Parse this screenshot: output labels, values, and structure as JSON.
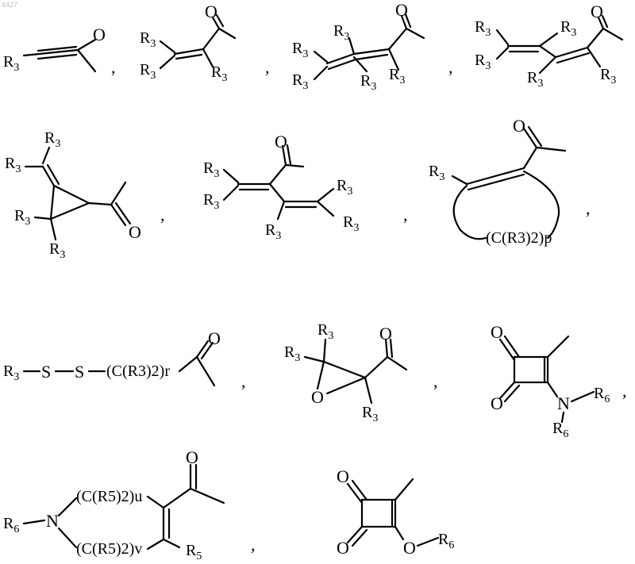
{
  "page_id": "4427",
  "separator": ",",
  "labels": {
    "r3": {
      "base": "R",
      "sub": "3"
    },
    "r5": {
      "base": "R",
      "sub": "5"
    },
    "r6": {
      "base": "R",
      "sub": "6"
    },
    "o": "O",
    "n": "N",
    "s": "S",
    "cr3_2p": "(C(R3)2)p",
    "cr3_2r": "(C(R3)2)r",
    "cr5_2u": "(C(R5)2)u",
    "cr5_2v": "(C(R5)2)v"
  }
}
